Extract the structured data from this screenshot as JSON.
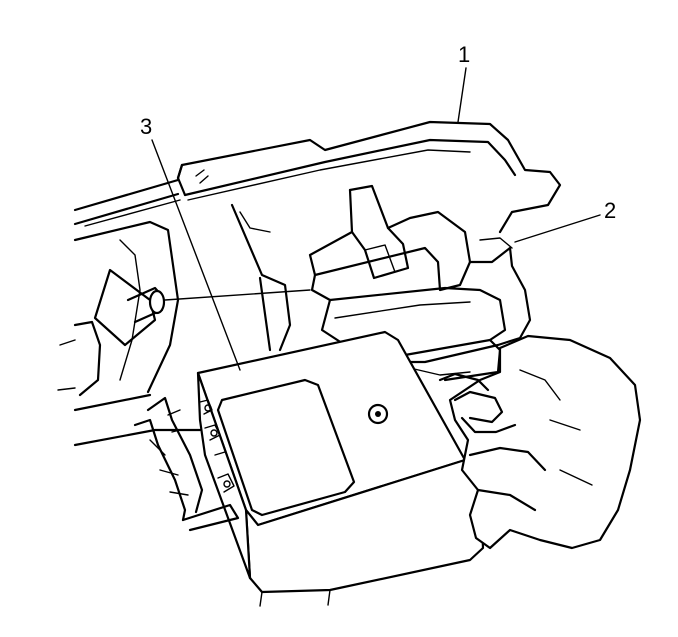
{
  "diagram": {
    "callouts": [
      {
        "id": "1",
        "label": "1"
      },
      {
        "id": "2",
        "label": "2"
      },
      {
        "id": "3",
        "label": "3"
      }
    ],
    "colors": {
      "ink": "#000000",
      "paper": "#ffffff"
    }
  }
}
